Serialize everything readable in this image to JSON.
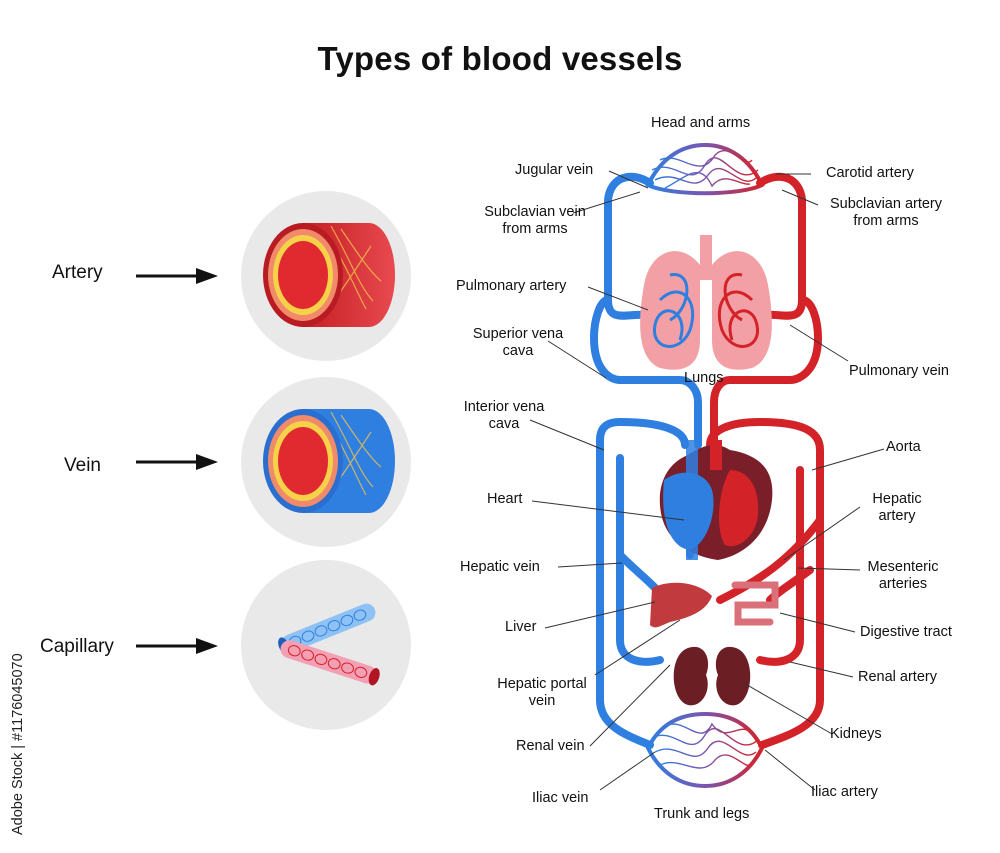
{
  "title": "Types of blood vessels",
  "vessel_types": [
    {
      "label": "Artery",
      "icon": "artery-cross-section"
    },
    {
      "label": "Vein",
      "icon": "vein-cross-section"
    },
    {
      "label": "Capillary",
      "icon": "capillary-tubes"
    }
  ],
  "labels": {
    "head_arms": "Head and arms",
    "jugular_vein": "Jugular vein",
    "carotid_artery": "Carotid artery",
    "subclavian_vein_1": "Subclavian vein",
    "subclavian_vein_2": "from arms",
    "subclavian_artery_1": "Subclavian artery",
    "subclavian_artery_2": "from arms",
    "pulmonary_artery": "Pulmonary artery",
    "superior_vena_cava_1": "Superior vena",
    "superior_vena_cava_2": "cava",
    "lungs": "Lungs",
    "pulmonary_vein": "Pulmonary vein",
    "interior_vena_cava_1": "Interior vena",
    "interior_vena_cava_2": "cava",
    "aorta": "Aorta",
    "heart": "Heart",
    "hepatic_artery_1": "Hepatic",
    "hepatic_artery_2": "artery",
    "hepatic_vein": "Hepatic vein",
    "mesenteric_arteries_1": "Mesenteric",
    "mesenteric_arteries_2": "arteries",
    "liver": "Liver",
    "digestive_tract": "Digestive tract",
    "hepatic_portal_vein_1": "Hepatic portal",
    "hepatic_portal_vein_2": "vein",
    "renal_artery": "Renal artery",
    "renal_vein": "Renal vein",
    "kidneys": "Kidneys",
    "iliac_vein": "Iliac vein",
    "iliac_artery": "Iliac artery",
    "trunk_legs": "Trunk and legs"
  },
  "watermark": "Adobe Stock | #1176045070",
  "colors": {
    "artery": "#d42229",
    "vein": "#2f7fe0",
    "lung": "#f2a0a6",
    "organ": "#c03a3e"
  }
}
